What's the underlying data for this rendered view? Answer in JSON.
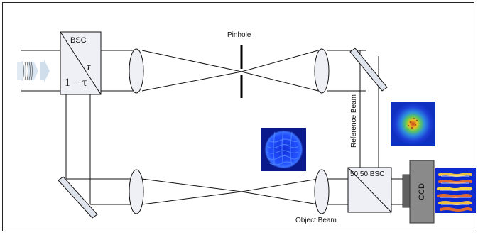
{
  "labels": {
    "bsc": "BSC",
    "tau": "τ",
    "one_minus_tau": "1 − τ",
    "pinhole": "Pinhole",
    "reference_beam": "Reference  Beam",
    "object_beam": "Object Beam",
    "bsc_5050": "50:50 BSC",
    "ccd": "CCD"
  },
  "colors": {
    "line": "#111111",
    "bs_fill": "#eef0f6",
    "lens_fill": "#eef0f6",
    "mirror_fill": "#dfe3ec",
    "ccd_body": "#808080",
    "ccd_dark": "#5f5f5f",
    "speckle_bg": "#0a1a8c",
    "speckle_blue": "#2b58ff"
  }
}
